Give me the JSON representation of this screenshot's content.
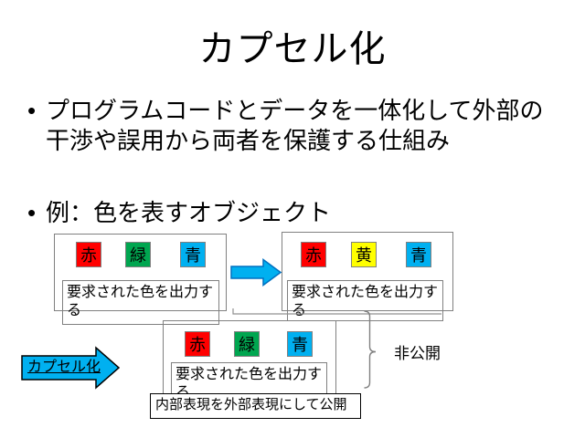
{
  "slide": {
    "title": "カプセル化",
    "bullet_marker": "•",
    "bullets": [
      "プログラムコードとデータを一体化して外部の干渉や誤用から両者を保護する仕組み",
      "例：色を表すオブジェクト"
    ]
  },
  "diagram": {
    "before": {
      "chips": [
        {
          "label": "赤",
          "color": "#ff0000"
        },
        {
          "label": "緑",
          "color": "#00a650"
        },
        {
          "label": "青",
          "color": "#00b0f0"
        }
      ],
      "caption": "要求された色を出力する"
    },
    "after": {
      "chips": [
        {
          "label": "赤",
          "color": "#ff0000"
        },
        {
          "label": "黄",
          "color": "#ffff00"
        },
        {
          "label": "青",
          "color": "#00b0f0"
        }
      ],
      "caption": "要求された色を出力する"
    },
    "encapsulated": {
      "chips": [
        {
          "label": "赤",
          "color": "#ff0000"
        },
        {
          "label": "緑",
          "color": "#00a650"
        },
        {
          "label": "青",
          "color": "#00b0f0"
        }
      ],
      "caption": "要求された色を出力する",
      "publish_label": "内部表現を外部表現にして公開"
    },
    "encapsulate_arrow_label": "カプセル化",
    "private_label": "非公開",
    "colors": {
      "red": "#ff0000",
      "green": "#00a650",
      "blue": "#00b0f0",
      "yellow": "#ffff00",
      "arrow_fill": "#00b0f0",
      "transform_arrow_stroke": "#0070c0",
      "encapsulate_arrow_stroke": "#000000",
      "box_border": "#808080"
    }
  }
}
